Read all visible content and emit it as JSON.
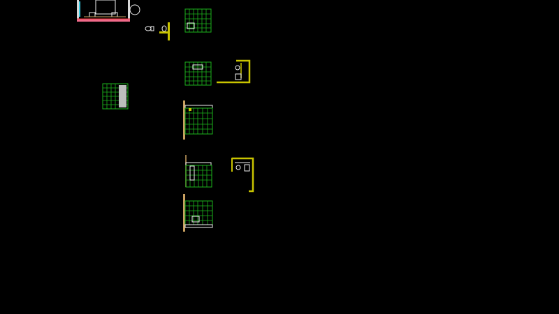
{
  "viewport": {
    "background": "#000000"
  },
  "palette": {
    "grid": "#1db31d",
    "wall": "#d8d8d8",
    "wall_yellow": "#c9c400",
    "fixture": "#f2f2f2",
    "fill_gray": "#bdbdbd",
    "accent_red": "#e03030",
    "accent_pink": "#f06a8a",
    "accent_cyan": "#36c9e0",
    "accent_tan": "#c8a060"
  },
  "drawings": [
    {
      "id": "main-plan",
      "type": "room-plan-partial"
    },
    {
      "id": "toilet-symbol",
      "type": "fixture-symbol"
    },
    {
      "id": "wall-detail-a",
      "type": "wall-section"
    },
    {
      "id": "tile-plan-a",
      "type": "tile-grid"
    },
    {
      "id": "tile-plan-b",
      "type": "tile-grid"
    },
    {
      "id": "wall-detail-b",
      "type": "wall-section"
    },
    {
      "id": "tile-plan-c",
      "type": "tile-grid-with-fill"
    },
    {
      "id": "elevation-a",
      "type": "tile-elevation"
    },
    {
      "id": "elevation-b",
      "type": "tile-elevation"
    },
    {
      "id": "wall-detail-c",
      "type": "wall-section"
    },
    {
      "id": "elevation-c",
      "type": "tile-elevation"
    }
  ]
}
